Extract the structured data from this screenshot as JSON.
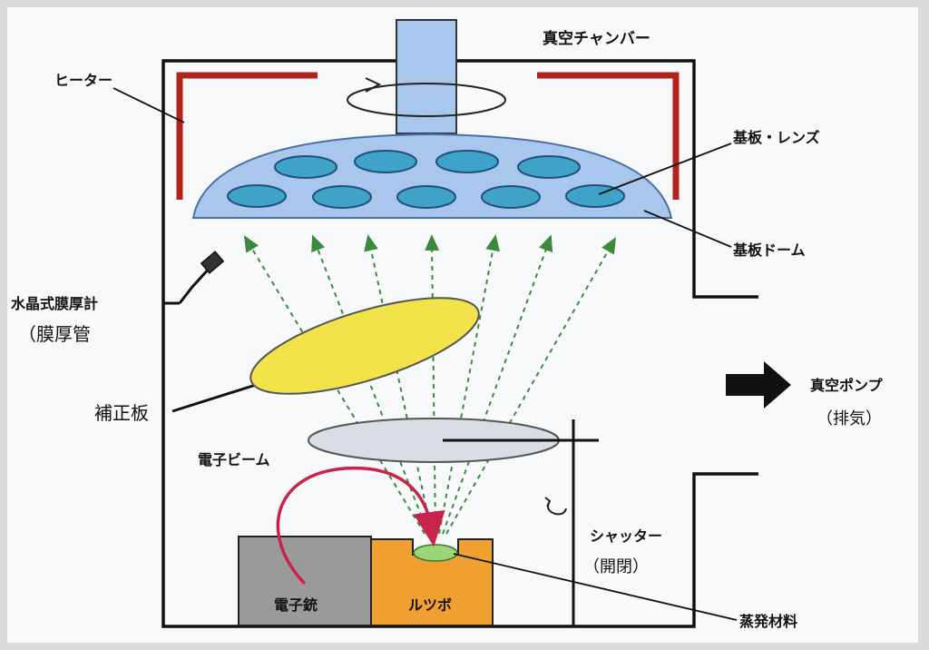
{
  "labels": {
    "chamber": "真空チャンバー",
    "heater": "ヒーター",
    "substrate_lens": "基板・レンズ",
    "substrate_dome": "基板ドーム",
    "crystal_monitor": "水晶式膜厚計",
    "film_tube": "（膜厚管",
    "correction_plate": "補正板",
    "vacuum_pump": "真空ポンプ",
    "exhaust": "（排気）",
    "electron_beam": "電子ビーム",
    "shutter": "シャッター",
    "open_close": "（開閉）",
    "electron_gun": "電子銃",
    "crucible": "ルツボ",
    "evap_material": "蒸発材料"
  },
  "colors": {
    "heater": "#b3231c",
    "dome": "#a9c6ec",
    "lens": "#3fa2c9",
    "correction_plate": "#f2e34a",
    "shutter": "#d9dde4",
    "gun": "#9a9a9a",
    "crucible": "#f0a030",
    "material": "#9bd67a",
    "beam": "#c8234a",
    "vapor": "#3c8a3c"
  },
  "icons": {
    "pump_arrow": "right-arrow-icon",
    "rotation": "rotation-arrow-icon",
    "shutter_rotation": "rotate-icon"
  }
}
